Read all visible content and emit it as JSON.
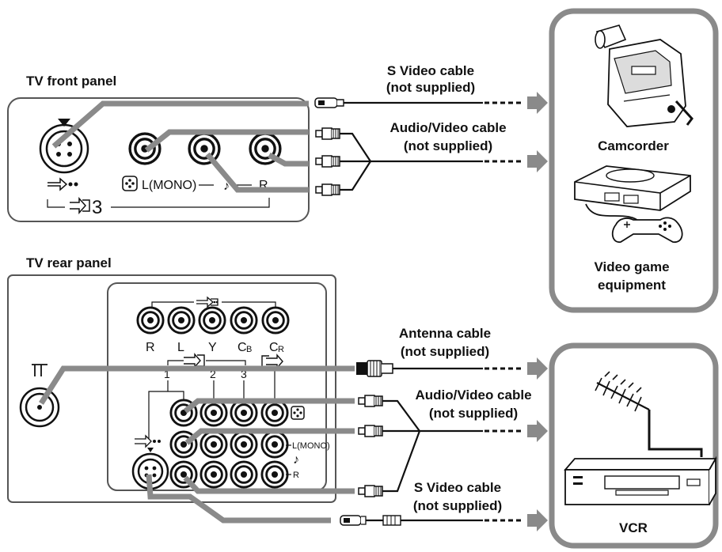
{
  "front_panel": {
    "title": "TV front panel",
    "l_mono_label": "L(MONO)",
    "r_label": "R",
    "input_number": "3"
  },
  "rear_panel": {
    "title": "TV rear panel",
    "component_labels": [
      "R",
      "L",
      "Y",
      "C",
      "C"
    ],
    "component_subscripts": [
      "",
      "",
      "",
      "B",
      "R"
    ],
    "input_numbers": [
      "1",
      "2",
      "3"
    ],
    "l_mono_label": "L(MONO)",
    "r_label": "R"
  },
  "cables": {
    "s_video_top": [
      "S Video cable",
      "(not supplied)"
    ],
    "av_top": [
      "Audio/Video cable",
      "(not supplied)"
    ],
    "antenna": [
      "Antenna cable",
      "(not supplied)"
    ],
    "av_bottom": [
      "Audio/Video cable",
      "(not supplied)"
    ],
    "s_video_bottom": [
      "S Video cable",
      "(not supplied)"
    ]
  },
  "devices": {
    "camcorder": "Camcorder",
    "game": [
      "Video game",
      "equipment"
    ],
    "vcr": "VCR"
  },
  "icons": [
    "video-input-icon",
    "s-video-input-icon",
    "video-output-icon",
    "antenna-icon",
    "note-icon",
    "camcorder-icon",
    "game-console-icon",
    "gamepad-icon",
    "tv-antenna-icon",
    "vcr-icon"
  ]
}
